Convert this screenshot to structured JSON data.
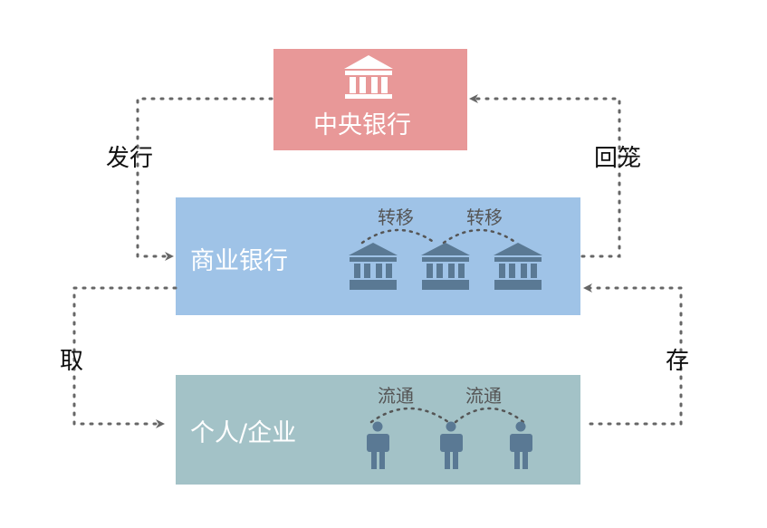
{
  "nodes": {
    "central": {
      "label": "中央银行",
      "color": "#e89898",
      "icon": "bank-icon"
    },
    "commercial": {
      "label": "商业银行",
      "color": "#9fc3e7",
      "icon": "bank-icon"
    },
    "public": {
      "label": "个人/企业",
      "color": "#a3c2c7",
      "icon": "person-icon"
    }
  },
  "edges": {
    "issue": "发行",
    "withdraw_back": "回笼",
    "take": "取",
    "deposit": "存"
  },
  "inner": {
    "transfer_1": "转移",
    "transfer_2": "转移",
    "circulate_1": "流通",
    "circulate_2": "流通"
  },
  "colors": {
    "icon_dark": "#5a7994",
    "dotted_line": "#666666"
  }
}
